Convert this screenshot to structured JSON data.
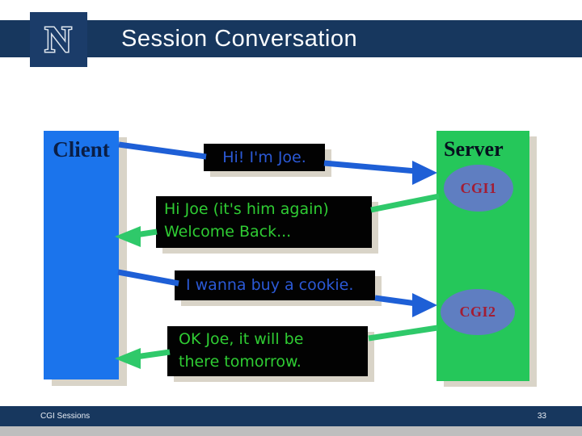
{
  "slide": {
    "title": "Session Conversation",
    "logo_letter": "N",
    "footer": {
      "section": "CGI Sessions",
      "page_number": "33"
    }
  },
  "diagram": {
    "client_label": "Client",
    "server_label": "Server",
    "cgi1_label": "CGI1",
    "cgi2_label": "CGI2",
    "messages": [
      {
        "direction": "client-to-server",
        "text": "Hi! I'm Joe."
      },
      {
        "direction": "server-to-client",
        "line1": "Hi Joe (it's him again)",
        "line2": "Welcome Back..."
      },
      {
        "direction": "client-to-server",
        "text": "I wanna buy a cookie."
      },
      {
        "direction": "server-to-client",
        "line1": "OK Joe, it will be",
        "line2": "there tomorrow."
      }
    ],
    "colors": {
      "header_navy": "#17375E",
      "logo_navy": "#1B3C69",
      "client_box_blue": "#1B74EC",
      "server_box_green": "#25C75A",
      "cgi_ellipse_blue": "#5F7EC1",
      "cgi_text_crimson": "#A31D33",
      "arrow_blue": "#1E5FD6",
      "arrow_green": "#2FC96A",
      "message_text_blue": "#2B59D6",
      "message_text_green": "#2FCC33",
      "message_box_black": "#020202",
      "shadow_tan": "#D9D4C8",
      "footer_gray": "#BEBEBE"
    }
  }
}
